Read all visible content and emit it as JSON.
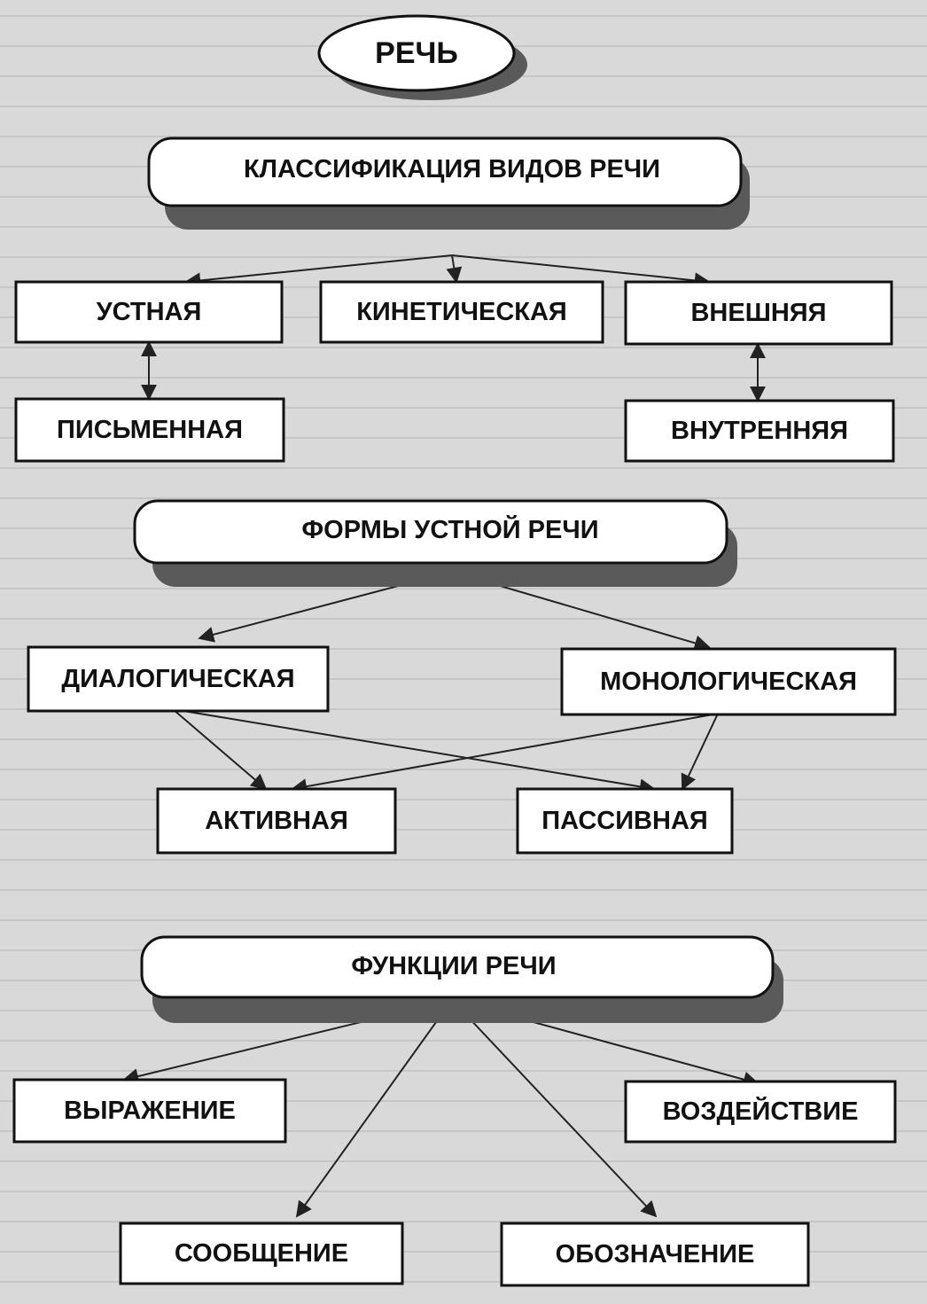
{
  "diagram": {
    "title": "РЕЧЬ",
    "classification": {
      "heading": "КЛАССИФИКАЦИЯ ВИДОВ РЕЧИ",
      "oral": "УСТНАЯ",
      "kinetic": "КИНЕТИЧЕСКАЯ",
      "external": "ВНЕШНЯЯ",
      "written": "ПИСЬМЕННАЯ",
      "internal": "ВНУТРЕННЯЯ"
    },
    "oral_forms": {
      "heading": "ФОРМЫ УСТНОЙ РЕЧИ",
      "dialogic": "ДИАЛОГИЧЕСКАЯ",
      "monologic": "МОНОЛОГИЧЕСКАЯ",
      "active": "АКТИВНАЯ",
      "passive": "ПАССИВНАЯ"
    },
    "functions": {
      "heading": "ФУНКЦИИ РЕЧИ",
      "expression": "ВЫРАЖЕНИЕ",
      "influence": "ВОЗДЕЙСТВИЕ",
      "message": "СООБЩЕНИЕ",
      "designation": "ОБОЗНАЧЕНИЕ"
    }
  },
  "colors": {
    "background": "#d9d9d9",
    "box_fill": "#ffffff",
    "stroke": "#111111",
    "shadow": "#5a5a5a"
  }
}
